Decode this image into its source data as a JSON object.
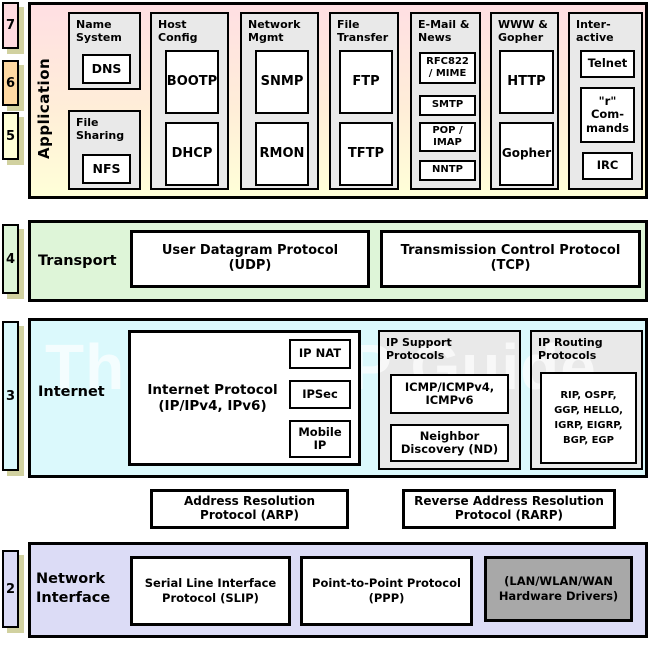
{
  "watermark": "The TCP/IP Guide",
  "palette": {
    "layer7_pink": "#ffdbe0",
    "layer6_peach": "#ffd9a3",
    "layer5_yellow": "#ffffd6",
    "layer4_green": "#def5d8",
    "layer3_cyan": "#dbf9fc",
    "layer2_lavender": "#dcdcf6",
    "group_gray": "#e9e9e9",
    "hardware_gray": "#a8a8a8",
    "shadow_tan": "#d1d1a0"
  },
  "layers": {
    "application": {
      "badge7": "7",
      "badge6": "6",
      "badge5": "5",
      "title": "Application",
      "groups": {
        "name_system": {
          "title": "Name\nSystem",
          "dns": "DNS"
        },
        "file_sharing": {
          "title": "File\nSharing",
          "nfs": "NFS"
        },
        "host_config": {
          "title": "Host\nConfig",
          "bootp": "BOOTP",
          "dhcp": "DHCP"
        },
        "network_mgmt": {
          "title": "Network\nMgmt",
          "snmp": "SNMP",
          "rmon": "RMON"
        },
        "file_transfer": {
          "title": "File\nTransfer",
          "ftp": "FTP",
          "tftp": "TFTP"
        },
        "email_news": {
          "title": "E-Mail &\nNews",
          "rfc822": "RFC822\n/ MIME",
          "smtp": "SMTP",
          "pop_imap": "POP /\nIMAP",
          "nntp": "NNTP"
        },
        "www_gopher": {
          "title": "WWW &\nGopher",
          "http": "HTTP",
          "gopher": "Gopher"
        },
        "interactive": {
          "title": "Inter-\nactive",
          "telnet": "Telnet",
          "r_commands": "\"r\"\nCom-\nmands",
          "irc": "IRC"
        }
      }
    },
    "transport": {
      "badge": "4",
      "title": "Transport",
      "udp": "User Datagram Protocol\n(UDP)",
      "tcp": "Transmission Control Protocol\n(TCP)"
    },
    "internet": {
      "badge": "3",
      "title": "Internet",
      "ip": "Internet Protocol\n(IP/IPv4, IPv6)",
      "ip_nat": "IP NAT",
      "ipsec": "IPSec",
      "mobile_ip": "Mobile\nIP",
      "ip_support": {
        "title": "IP Support\nProtocols",
        "icmp": "ICMP/ICMPv4,\nICMPv6",
        "nd": "Neighbor\nDiscovery (ND)"
      },
      "ip_routing": {
        "title": "IP Routing\nProtocols",
        "list": "RIP, OSPF,\nGGP, HELLO,\nIGRP, EIGRP,\nBGP, EGP"
      }
    },
    "arp_row": {
      "arp": "Address Resolution\nProtocol (ARP)",
      "rarp": "Reverse Address Resolution\nProtocol (RARP)"
    },
    "network_interface": {
      "badge": "2",
      "title": "Network\nInterface",
      "slip": "Serial Line Interface\nProtocol (SLIP)",
      "ppp": "Point-to-Point Protocol\n(PPP)",
      "hardware": "(LAN/WLAN/WAN\nHardware Drivers)"
    }
  }
}
